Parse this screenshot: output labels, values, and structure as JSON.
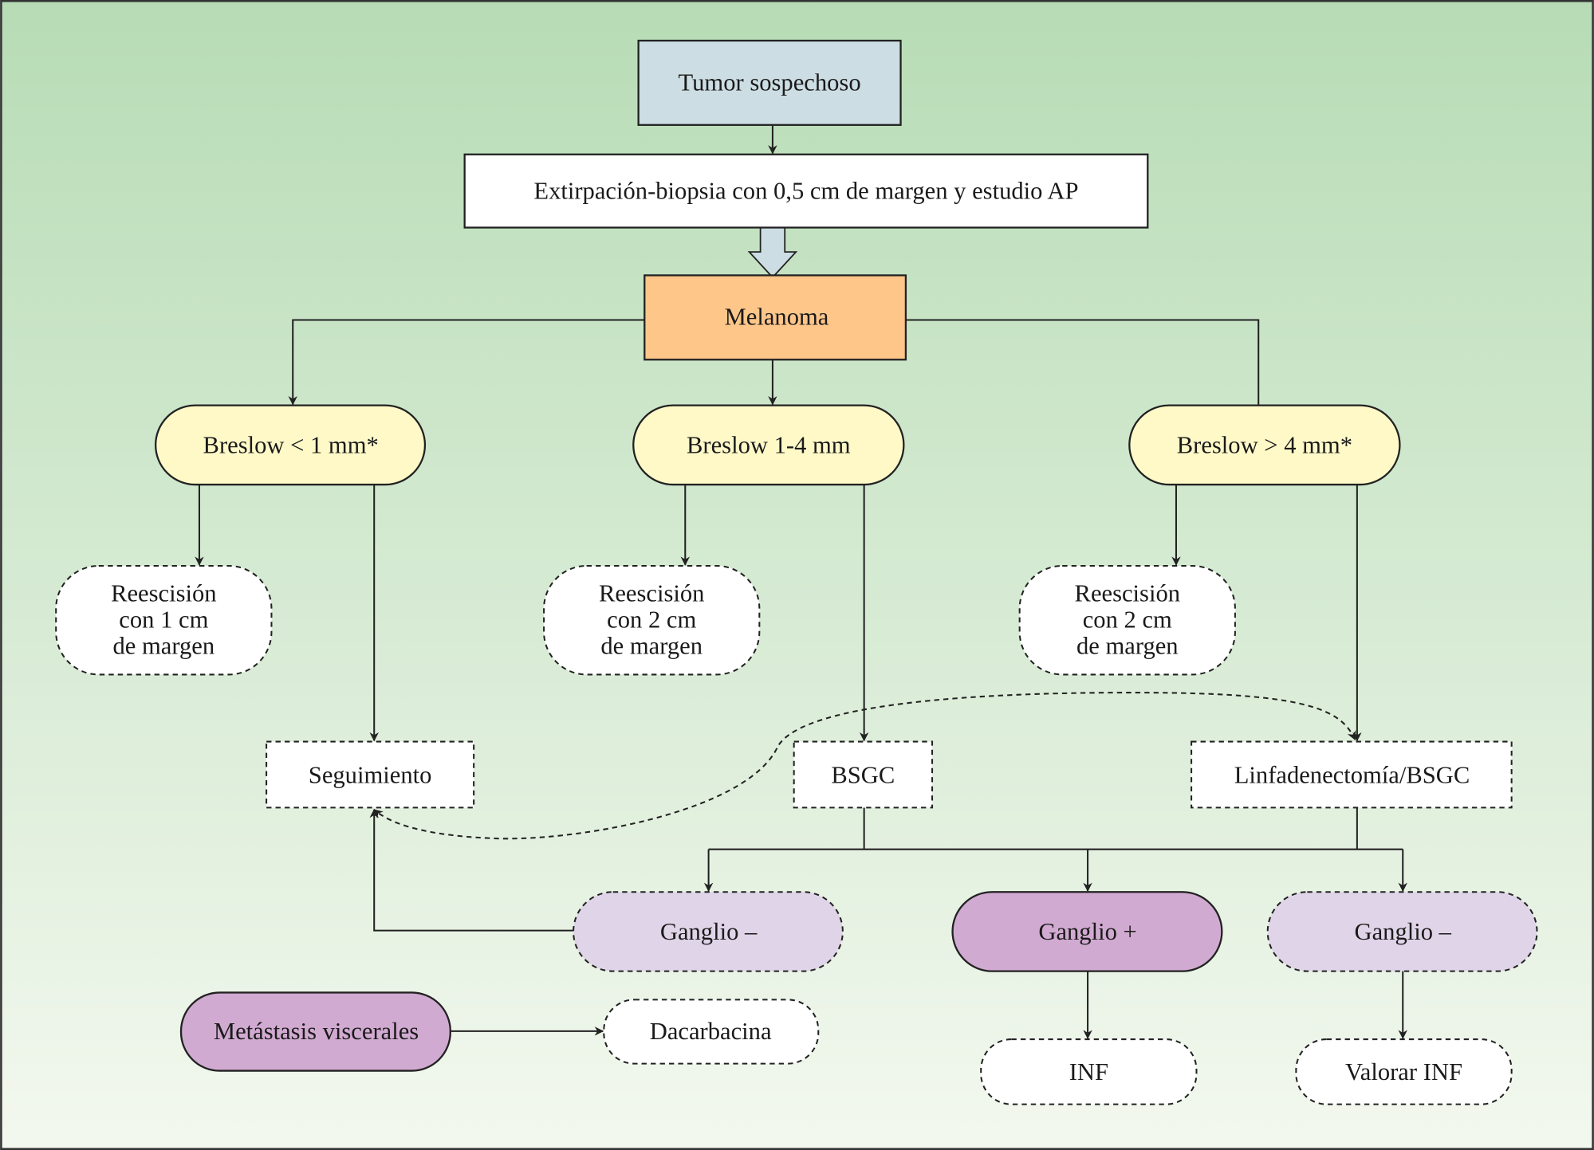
{
  "colors": {
    "background_top": "#b7dcb5",
    "background_bottom": "#f3f8ef",
    "start_node": "#ccdde3",
    "diagnosis_node": "#ffc68a",
    "breslow_node": "#fff9c8",
    "ganglio_negative": "#e0d4e8",
    "ganglio_positive": "#d1aad1",
    "action_node": "#ffffff"
  },
  "nodes": {
    "tumor": "Tumor sospechoso",
    "biopsy": "Extirpación-biopsia con 0,5 cm de margen y estudio AP",
    "melanoma": "Melanoma",
    "breslow_lt1": "Breslow < 1 mm*",
    "breslow_1_4": "Breslow 1-4 mm",
    "breslow_gt4": "Breslow > 4 mm*",
    "reesc_1": [
      "Reescisión",
      "con 1 cm",
      "de margen"
    ],
    "reesc_2a": [
      "Reescisión",
      "con 2 cm",
      "de margen"
    ],
    "reesc_2b": [
      "Reescisión",
      "con 2 cm",
      "de margen"
    ],
    "seguimiento": "Seguimiento",
    "bsgc": "BSGC",
    "linfadenectomia": "Linfadenectomía/BSGC",
    "ganglio_neg_1": "Ganglio –",
    "ganglio_pos": "Ganglio +",
    "ganglio_neg_2": "Ganglio –",
    "metastasis": "Metástasis viscerales",
    "dacarbacina": "Dacarbacina",
    "inf": "INF",
    "valorar_inf": "Valorar INF"
  }
}
